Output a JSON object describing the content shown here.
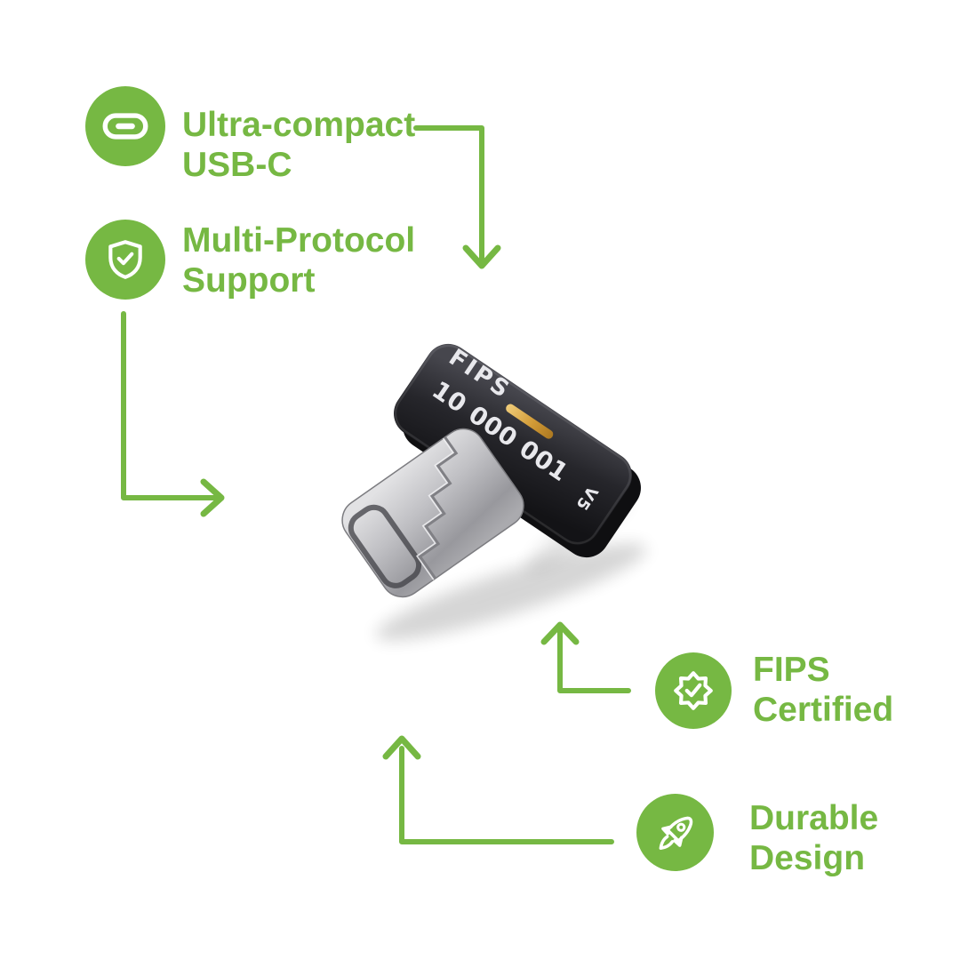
{
  "colors": {
    "accent": "#76b843",
    "bg": "#ffffff",
    "cap": "#232327",
    "metal": "#bfbfc2",
    "gold": "#d19a36"
  },
  "features": [
    {
      "line1": "Ultra-compact",
      "line2": "USB-C"
    },
    {
      "line1": "Multi-Protocol",
      "line2": "Support"
    },
    {
      "line1": "FIPS",
      "line2": "Certified"
    },
    {
      "line1": "Durable",
      "line2": "Design"
    }
  ],
  "device": {
    "marking_line1": "FIPS",
    "marking_line2": "10 000 001",
    "marking_version": "V5"
  }
}
